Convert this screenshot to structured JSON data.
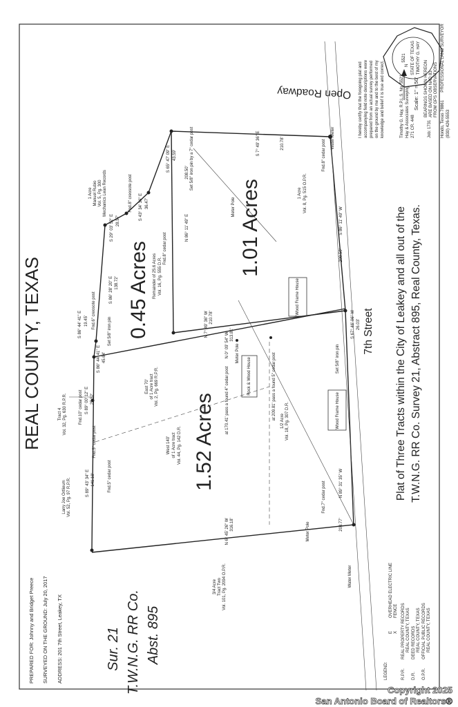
{
  "header": {
    "county_title": "REAL COUNTY, TEXAS",
    "prepared_for": "PREPARED FOR: Johnny and Bridget Preece",
    "surveyed_on": "SURVEYED ON THE GROUND: July 20, 2017",
    "address": "ADDRESS: 201 7th Street, Leakey, TX"
  },
  "survey_label": [
    "Sur. 21",
    "T.W.N.G. RR Co.",
    "Abst. 895"
  ],
  "plat_title": [
    "Plat of Three Tracts within the City of Leakey and all out of the",
    "T.W.N.G. RR Co. Survey 21, Abstract 895, Real County, Texas."
  ],
  "scale": {
    "label": "Scale: 1\" = 50'",
    "bearings_note": [
      "BEARINGS SHOWN HEREON",
      "ARE BASED ON NAD 83",
      "FROM GPS OBSERVATIONS"
    ],
    "north": "N"
  },
  "tracts": [
    {
      "acres": "0.45 Acres",
      "desc": [
        "Remainder of 25.6 Acres",
        "Vol. 16, Pg. 555 D.R."
      ]
    },
    {
      "acres": "1.01 Acres",
      "desc": [
        "1 Acre",
        "Vol. 8, Pg. 515 O.P.R."
      ]
    },
    {
      "acres": "1.52 Acres",
      "desc": [
        "West 140'",
        "of 1 Acre tract",
        "Vol. 44, Pg. 142 D.R."
      ]
    }
  ],
  "adjoiners": [
    [
      "1 Acre",
      "Manuel Rubio",
      "Vol. 5, Pg. 300",
      "Mechanics Lean Records"
    ],
    [
      "Tract 4",
      "Vol. 32, Pg. 630 R.P.R."
    ],
    [
      "Larry Joe Ortlieum",
      "Vol. 52, Pg. 97 R.P.R."
    ],
    [
      "3/4 Acre",
      "Tract Two",
      "Vol. 101, Pg. 2094 O.P.R."
    ],
    [
      "East 70'",
      "of 1 Acre tract",
      "Vol. 2, Pg. 669 R.P.R."
    ],
    [
      "1/2 Acre",
      "Vol. 18, Pg. 307 D.R."
    ]
  ],
  "streets": {
    "east": "7th Street",
    "north": "Open Roadway"
  },
  "calls": [
    "S 29° 03' 52\" E",
    "28.57'",
    "S 43° 34' 36\" E",
    "36.47'",
    "S 65° 47' 09\" E",
    "43.59'",
    "S 86° 28' 20\" E",
    "138.72'",
    "S 86° 44' 41\" E",
    "19.45'",
    "S 86° 44' 41\" E",
    "45.64'",
    "S 89° 00' 12\" E",
    "25.52'",
    "S 89° 43' 34\" E",
    "141.18'",
    "N 86° 11' 49\" E",
    "208.50'",
    "N 7° 49' 36\" W",
    "210.78'",
    "N 0° 09' 54\" W",
    "313.81'",
    "N 6° 45' 26\" W",
    "316.18'",
    "N 89° 31' 35\" W",
    "208.77'",
    "S 86° 11' 49\" W",
    "208.50'",
    "S 7° 49' 36\" E",
    "210.78'",
    "S 67° 46' 06\" W",
    "26.03'"
  ],
  "monuments": [
    "Fnd.8\" creosote post",
    "Fnd.8\" cedar post",
    "Set 5/8\" iron pin by a 7\" cedar post",
    "Fnd.6\" creosote post",
    "Set 5/8\" iron pin",
    "Fnd.10\" cedar post",
    "Fnd.5\" cedar post",
    "Fnd.5\" cedar post",
    "Fnd.7\" cedar post",
    "Fnd.8\" cedar post",
    "Set 5/8\" iron pin",
    "at 170.41' pass a found 4\" cedar post",
    "at 209.81' pass a found 5\" cedar post"
  ],
  "structures": [
    "Wood Frame House",
    "Wood Frame House",
    "Rock & Wood House",
    "Meter Pole",
    "Meter Pole",
    "Meter Pole",
    "Water Meter",
    "Water Meter"
  ],
  "certification": [
    "I hereby certify that the foregoing plat and",
    "accompanying field note descriptions were",
    "prepared from an actual survey performed",
    "on the ground by me and to the best of my",
    "knowledge and belief it is true and correct."
  ],
  "surveyor": [
    "Timothy G. Hay, R.P.L.S. No. 5521",
    "Hay & Associates Surveying",
    "271 CR. 448",
    "Hondo, Texas 78861",
    "(830) 426-5553",
    "Job: 1731"
  ],
  "seal": {
    "top": "STATE OF TEXAS",
    "name": "TIMOTHY G. HAY",
    "number": "5521",
    "bottom": "PROFESSIONAL LAND SURVEYOR"
  },
  "legend": {
    "title": "LEGEND:",
    "lines": [
      {
        "sym": "E",
        "label": "OVERHEAD ELECTRIC LINE"
      },
      {
        "sym": "X",
        "label": "FENCE"
      }
    ],
    "abbr": [
      {
        "k": "R.P.R.",
        "v": [
          "REAL PROPERTY RECORDS",
          "REAL COUNTY, TEXAS"
        ]
      },
      {
        "k": "D.R.",
        "v": [
          "DEED RECORDS",
          "REAL COUNTY, TEXAS"
        ]
      },
      {
        "k": "O.P.R.",
        "v": [
          "OFFICIAL PUBLIC RECORDS",
          "REAL COUNTY, TEXAS"
        ]
      }
    ]
  },
  "watermark": [
    "Copyright 2025",
    "San Antonio Board of Realtors®"
  ]
}
